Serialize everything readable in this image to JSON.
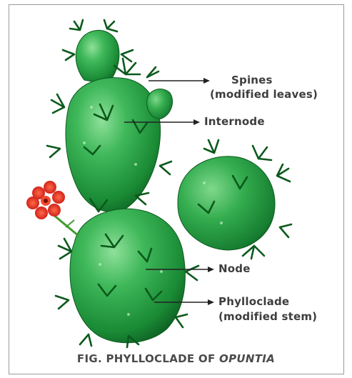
{
  "labels": {
    "spines_line1": "Spines",
    "spines_line2": "(modified leaves)",
    "internode": "Internode",
    "node": "Node",
    "phylloclade_line1": "Phylloclade",
    "phylloclade_line2": "(modified stem)"
  },
  "caption": {
    "prefix": "FIG. PHYLLOCLADE OF ",
    "genus": "OPUNTIA"
  },
  "colors": {
    "pad_light": "#6ecf7a",
    "pad_mid": "#2ea847",
    "pad_dark": "#12702a",
    "spine": "#0b5a1c",
    "flower": "#e8281e",
    "arrow": "#222222",
    "label_text": "#3d3d3d"
  }
}
